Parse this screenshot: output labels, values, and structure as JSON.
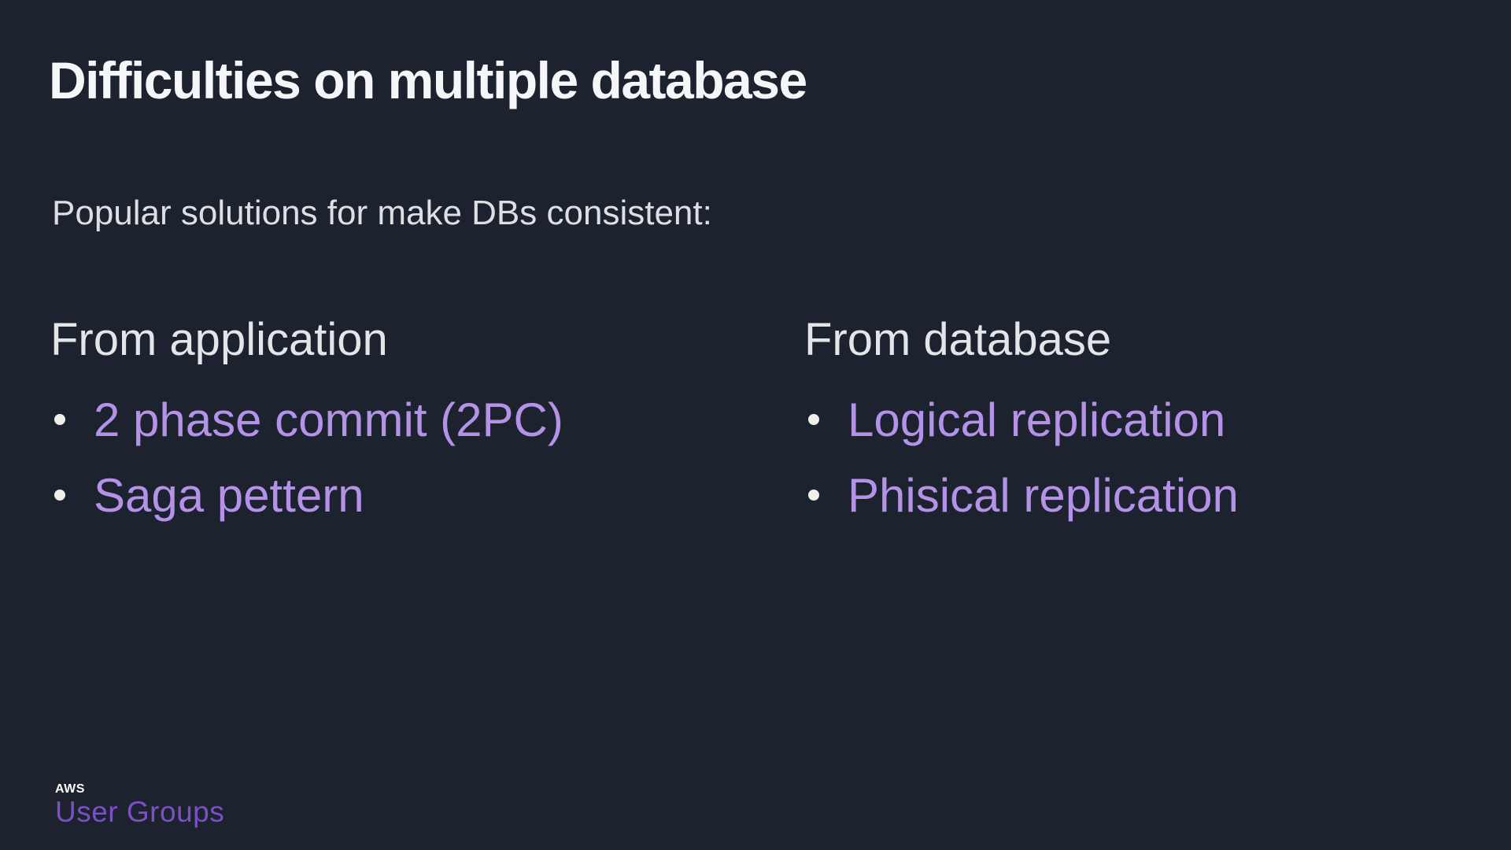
{
  "slide": {
    "title": "Difficulties on multiple database",
    "subtitle": "Popular solutions for make DBs consistent:",
    "columns": [
      {
        "heading": "From application",
        "items": [
          "2 phase commit (2PC)",
          "Saga pettern"
        ]
      },
      {
        "heading": "From database",
        "items": [
          "Logical replication",
          "Phisical replication"
        ]
      }
    ],
    "footer": {
      "brand_top": "AWS",
      "brand_bottom": "User Groups"
    }
  },
  "colors": {
    "background": "#1c222e",
    "title_text": "#f5f6f7",
    "subtitle_text": "#dddfe3",
    "heading_text": "#e4e5e8",
    "bullet_text": "#b392e8",
    "bullet_dot": "#f0efe8",
    "brand_purple": "#7b50c6",
    "brand_white": "#fcfcfc"
  }
}
